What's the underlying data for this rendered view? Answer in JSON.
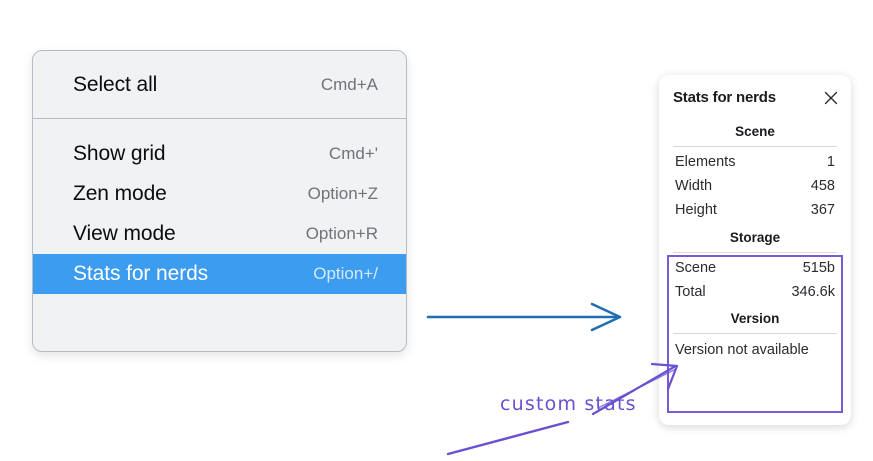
{
  "context_menu": {
    "groups": [
      {
        "items": [
          {
            "label": "Select all",
            "shortcut": "Cmd+A",
            "selected": false
          }
        ]
      },
      {
        "items": [
          {
            "label": "Show grid",
            "shortcut": "Cmd+'",
            "selected": false
          },
          {
            "label": "Zen mode",
            "shortcut": "Option+Z",
            "selected": false
          },
          {
            "label": "View mode",
            "shortcut": "Option+R",
            "selected": false
          },
          {
            "label": "Stats for nerds",
            "shortcut": "Option+/",
            "selected": true
          }
        ]
      }
    ],
    "highlight_color": "#3b9cf0",
    "background_color": "#f1f2f4"
  },
  "stats_panel": {
    "title": "Stats for nerds",
    "close_icon": "close-icon",
    "scene": {
      "heading": "Scene",
      "rows": [
        {
          "key": "Elements",
          "value": "1"
        },
        {
          "key": "Width",
          "value": "458"
        },
        {
          "key": "Height",
          "value": "367"
        }
      ]
    },
    "storage": {
      "heading": "Storage",
      "rows": [
        {
          "key": "Scene",
          "value": "515b"
        },
        {
          "key": "Total",
          "value": "346.6k"
        }
      ]
    },
    "version": {
      "heading": "Version",
      "text": "Version not available"
    }
  },
  "annotations": {
    "blue_arrow_color": "#1f6fb2",
    "purple_color": "#6a4fd0",
    "highlight_box_color": "#7a5bd6",
    "custom_stats_label": "custom stats"
  }
}
